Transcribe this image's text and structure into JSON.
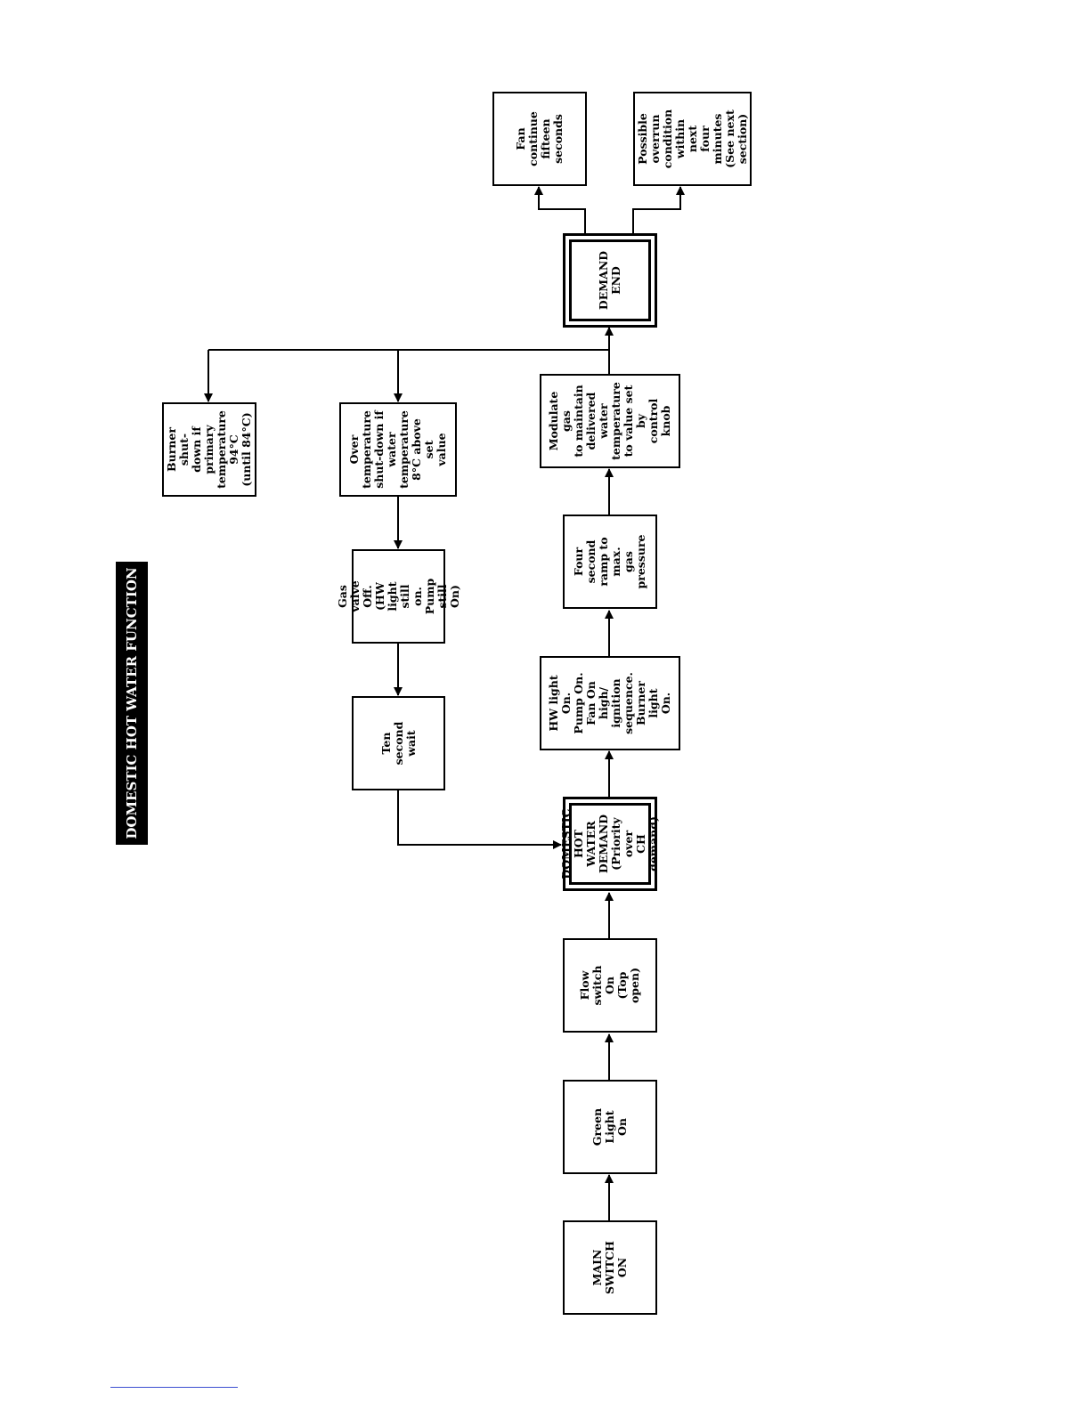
{
  "title": "DOMESTIC HOT WATER FUNCTION",
  "nodes": {
    "main_switch": "MAIN SWITCH\nON",
    "green_light": "Green Light\nOn",
    "flow_switch": "Flow switch\nOn\n(Top open)",
    "dhw_demand": "DOMESTIC\nHOT WATER\nDEMAND\n(Priority over\nCH demand)",
    "hw_light": "HW light On.\nPump On.\nFan On high/\nignition\nsequence.\nBurner light\nOn.",
    "four_second": "Four second\nramp to max.\ngas pressure",
    "modulate_gas": "Modulate gas\nto maintain\ndelivered\nwater\ntemperature\nto value set by\ncontrol knob",
    "demand_end": "DEMAND\nEND",
    "fan_continue": "Fan continue\nfifteen\nseconds",
    "possible_overrun": "Possible\noverrun\ncondition\nwithin next\nfour minutes\n(See next\nsection)",
    "burner_shutdown": "Burner shut-\ndown if\nprimary\ntemperature\n94°C\n(until 84°C)",
    "over_temperature": "Over\ntemperature\nshut-down if\nwater\ntemperature\n8°C above set\nvalue",
    "gas_valve_off": "Gas valve Off.\n(HW light still\non. Pump still\nOn)",
    "ten_second_wait": "Ten second\nwait"
  }
}
